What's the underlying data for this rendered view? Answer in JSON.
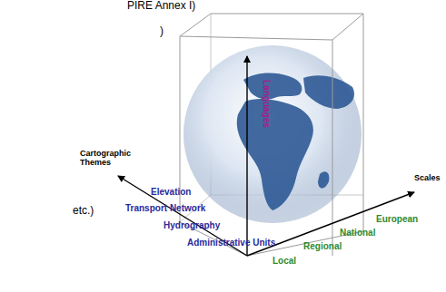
{
  "diagram": {
    "labels": [
      "PIRE Annex I)",
      ")",
      "Cartographic Themes",
      "Languages",
      "Scales",
      "Elevation",
      "Transport Network",
      "Hydrography",
      "Administrative Units",
      "European",
      "National",
      "Regional",
      "Local",
      "etc.)"
    ]
  }
}
